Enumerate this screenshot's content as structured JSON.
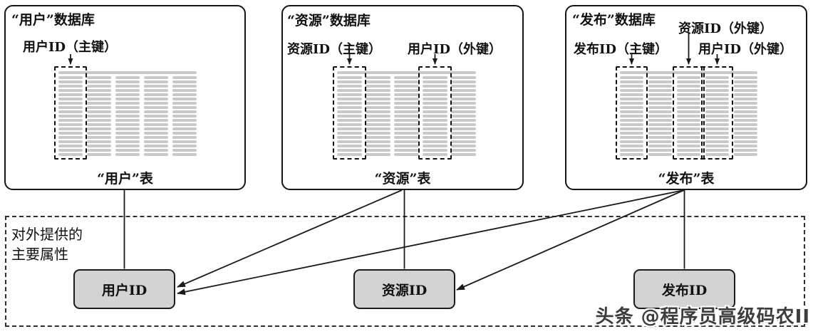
{
  "panels": [
    {
      "id": "user-db",
      "title": "“用户”数据库",
      "caption": "“用户”表",
      "columns": 5,
      "highlighted_columns": [
        0
      ],
      "labels": [
        {
          "text": "用户ID（主键）",
          "key_type": "primary",
          "column": 0,
          "long_arrow": false
        }
      ]
    },
    {
      "id": "resource-db",
      "title": "“资源”数据库",
      "caption": "“资源”表",
      "columns": 5,
      "highlighted_columns": [
        0,
        3
      ],
      "labels": [
        {
          "text": "资源ID（主键）",
          "key_type": "primary",
          "column": 0,
          "long_arrow": false
        },
        {
          "text": "用户ID（外键）",
          "key_type": "foreign",
          "column": 3,
          "long_arrow": false
        }
      ]
    },
    {
      "id": "publish-db",
      "title": "“发布”数据库",
      "caption": "“发布”表",
      "columns": 5,
      "highlighted_columns": [
        0,
        2,
        3
      ],
      "labels": [
        {
          "text": "发布ID（主键）",
          "key_type": "primary",
          "column": 0,
          "long_arrow": false
        },
        {
          "text": "资源ID（外键）",
          "key_type": "foreign",
          "column": 2,
          "long_arrow": true
        },
        {
          "text": "用户ID（外键）",
          "key_type": "foreign",
          "column": 3,
          "long_arrow": false
        }
      ]
    }
  ],
  "export_area": {
    "label_line1": "对外提供的",
    "label_line2": "主要属性"
  },
  "attributes": [
    {
      "id": "user-id-box",
      "label": "用户ID"
    },
    {
      "id": "resource-id-box",
      "label": "资源ID"
    },
    {
      "id": "publish-id-box",
      "label": "发布ID"
    }
  ],
  "connections": [
    {
      "from": "user-table",
      "to": "user-id-box",
      "arrow": false
    },
    {
      "from": "resource-table",
      "to": "resource-id-box",
      "arrow": false
    },
    {
      "from": "publish-table",
      "to": "publish-id-box",
      "arrow": false
    },
    {
      "from": "resource-table",
      "to": "user-id-box",
      "arrow": true
    },
    {
      "from": "publish-table",
      "to": "user-id-box",
      "arrow": true
    },
    {
      "from": "publish-table",
      "to": "resource-id-box",
      "arrow": true
    }
  ],
  "watermark": {
    "text": "头条 @程序员高级码农II"
  },
  "colors": {
    "bar": "#c9c9c9",
    "box_fill": "#d3d3d3",
    "line": "#1a1a1a",
    "watermark_text": "#3d3d3d"
  }
}
